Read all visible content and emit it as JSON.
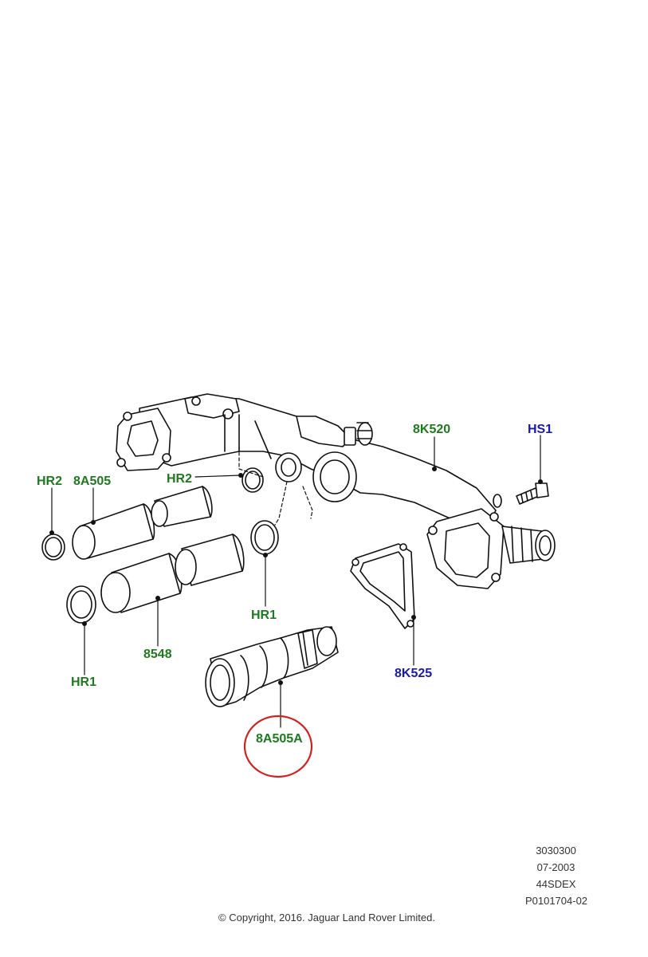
{
  "callouts": {
    "hr2_left": "HR2",
    "a8a505": "8A505",
    "hr2_mid": "HR2",
    "k8k520": "8K520",
    "hs1": "HS1",
    "hr1_mid": "HR1",
    "n8548": "8548",
    "hr1_left": "HR1",
    "k8k525": "8K525",
    "a8a505a": "8A505A"
  },
  "colors": {
    "part_label": "#1f7a1f",
    "hardware_label": "#1a1aa6",
    "highlight_circle": "#d32020"
  },
  "footer": {
    "code": "3030300",
    "date": "07-2003",
    "model": "44SDEX",
    "ref": "P0101704-02",
    "copyright": "© Copyright, 2016. Jaguar Land Rover Limited."
  }
}
